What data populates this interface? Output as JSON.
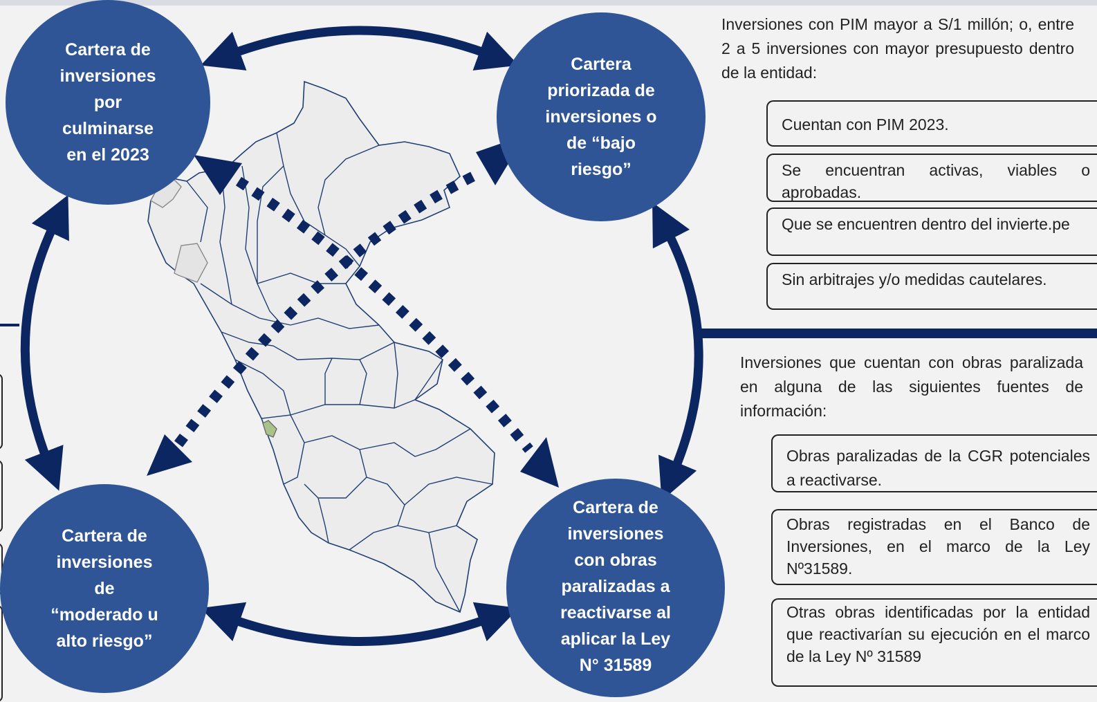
{
  "circles": {
    "top_left": [
      "Cartera de",
      "inversiones",
      "por",
      "culminarse",
      "en el 2023"
    ],
    "top_right": [
      "Cartera",
      "priorizada de",
      "inversiones o",
      "de “bajo",
      "riesgo”"
    ],
    "bottom_left": [
      "Cartera de",
      "inversiones",
      "de",
      "“moderado u",
      "alto riesgo”"
    ],
    "bottom_right": [
      "Cartera de",
      "inversiones",
      "con obras",
      "paralizadas a",
      "reactivarse al",
      "aplicar la Ley",
      "N° 31589"
    ]
  },
  "priorizada": {
    "intro": "Inversiones con PIM mayor a S/1 millón; o, entre 2 a 5 inversiones con mayor presupuesto dentro de la entidad:",
    "criteria": [
      "Cuentan con PIM 2023.",
      "Se encuentran activas, viables o aprobadas.",
      "Que se encuentren dentro del invierte.pe",
      "Sin arbitrajes y/o medidas cautelares."
    ]
  },
  "paralizadas": {
    "intro": "Inversiones que cuentan con obras paralizada en alguna de las siguientes fuentes de información:",
    "criteria": [
      "Obras paralizadas de la CGR potenciales a reactivarse.",
      "Obras registradas en el Banco de Inversiones, en el marco de la Ley Nº31589.",
      "Otras obras identificadas por la entidad que reactivarían su ejecución en el marco de la Ley Nº 31589"
    ]
  },
  "colors": {
    "circle_fill": "#2f5597",
    "arrow": "#0b2660",
    "map_fill": "#ececec",
    "map_border": "#1f3f73"
  }
}
